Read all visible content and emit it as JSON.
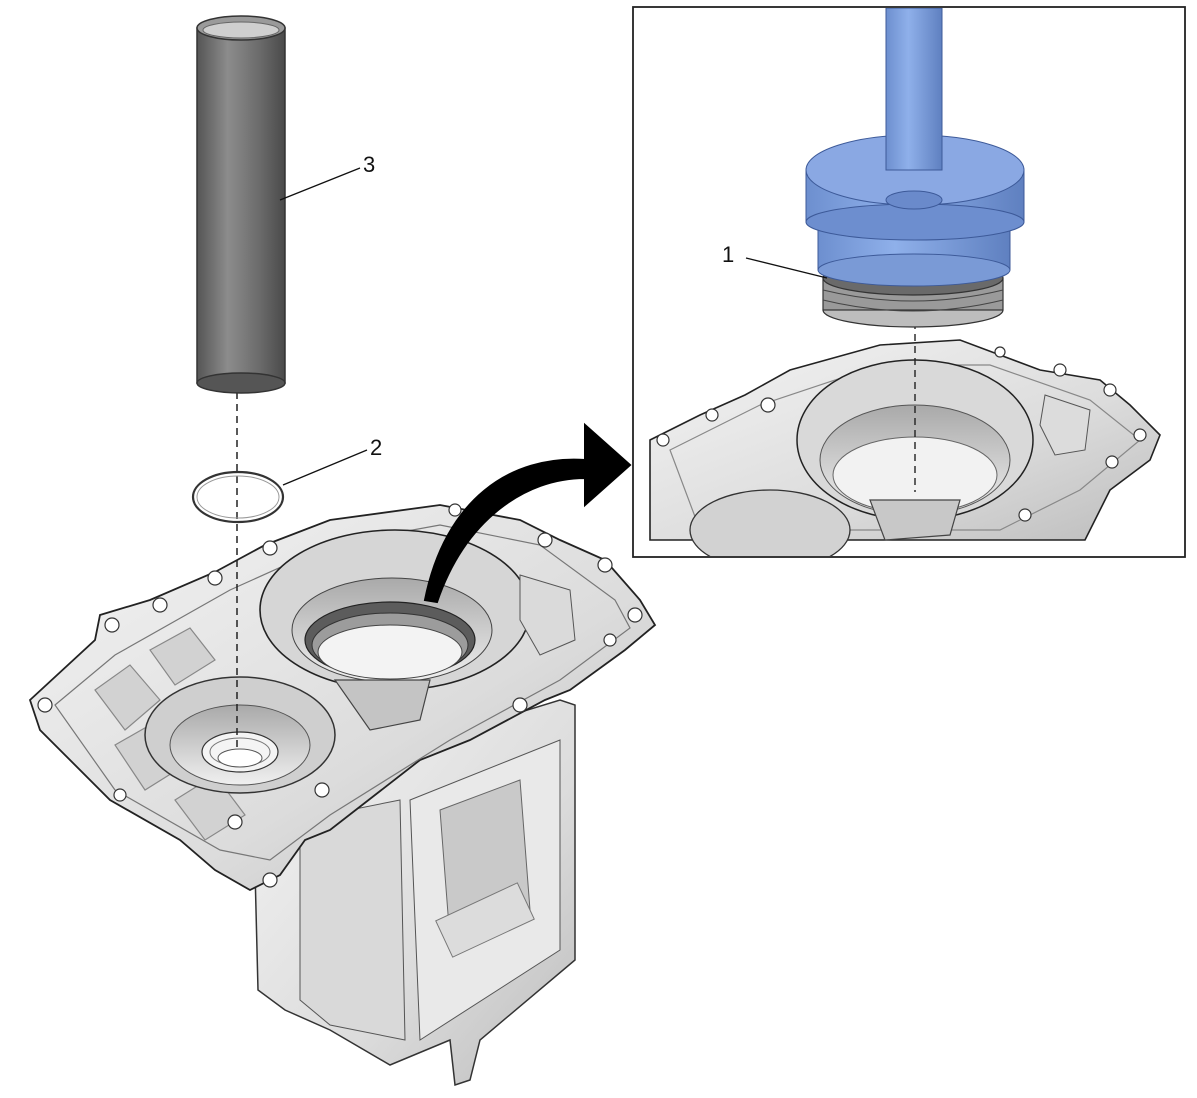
{
  "callouts": [
    {
      "id": "1",
      "label": "1",
      "part": "seal-with-installer"
    },
    {
      "id": "2",
      "label": "2",
      "part": "o-ring"
    },
    {
      "id": "3",
      "label": "3",
      "part": "sleeve-tube"
    }
  ],
  "colors": {
    "tool_blue": "#7f9fd9",
    "tool_blue_dark": "#5f80c0",
    "housing": "#e6e6e6",
    "housing_shade": "#bdbdbd",
    "tube": "#7a7a7a",
    "tube_dark": "#555555",
    "outline": "#222222",
    "arrow": "#000000"
  },
  "icons": [
    "curved-arrow-icon"
  ]
}
